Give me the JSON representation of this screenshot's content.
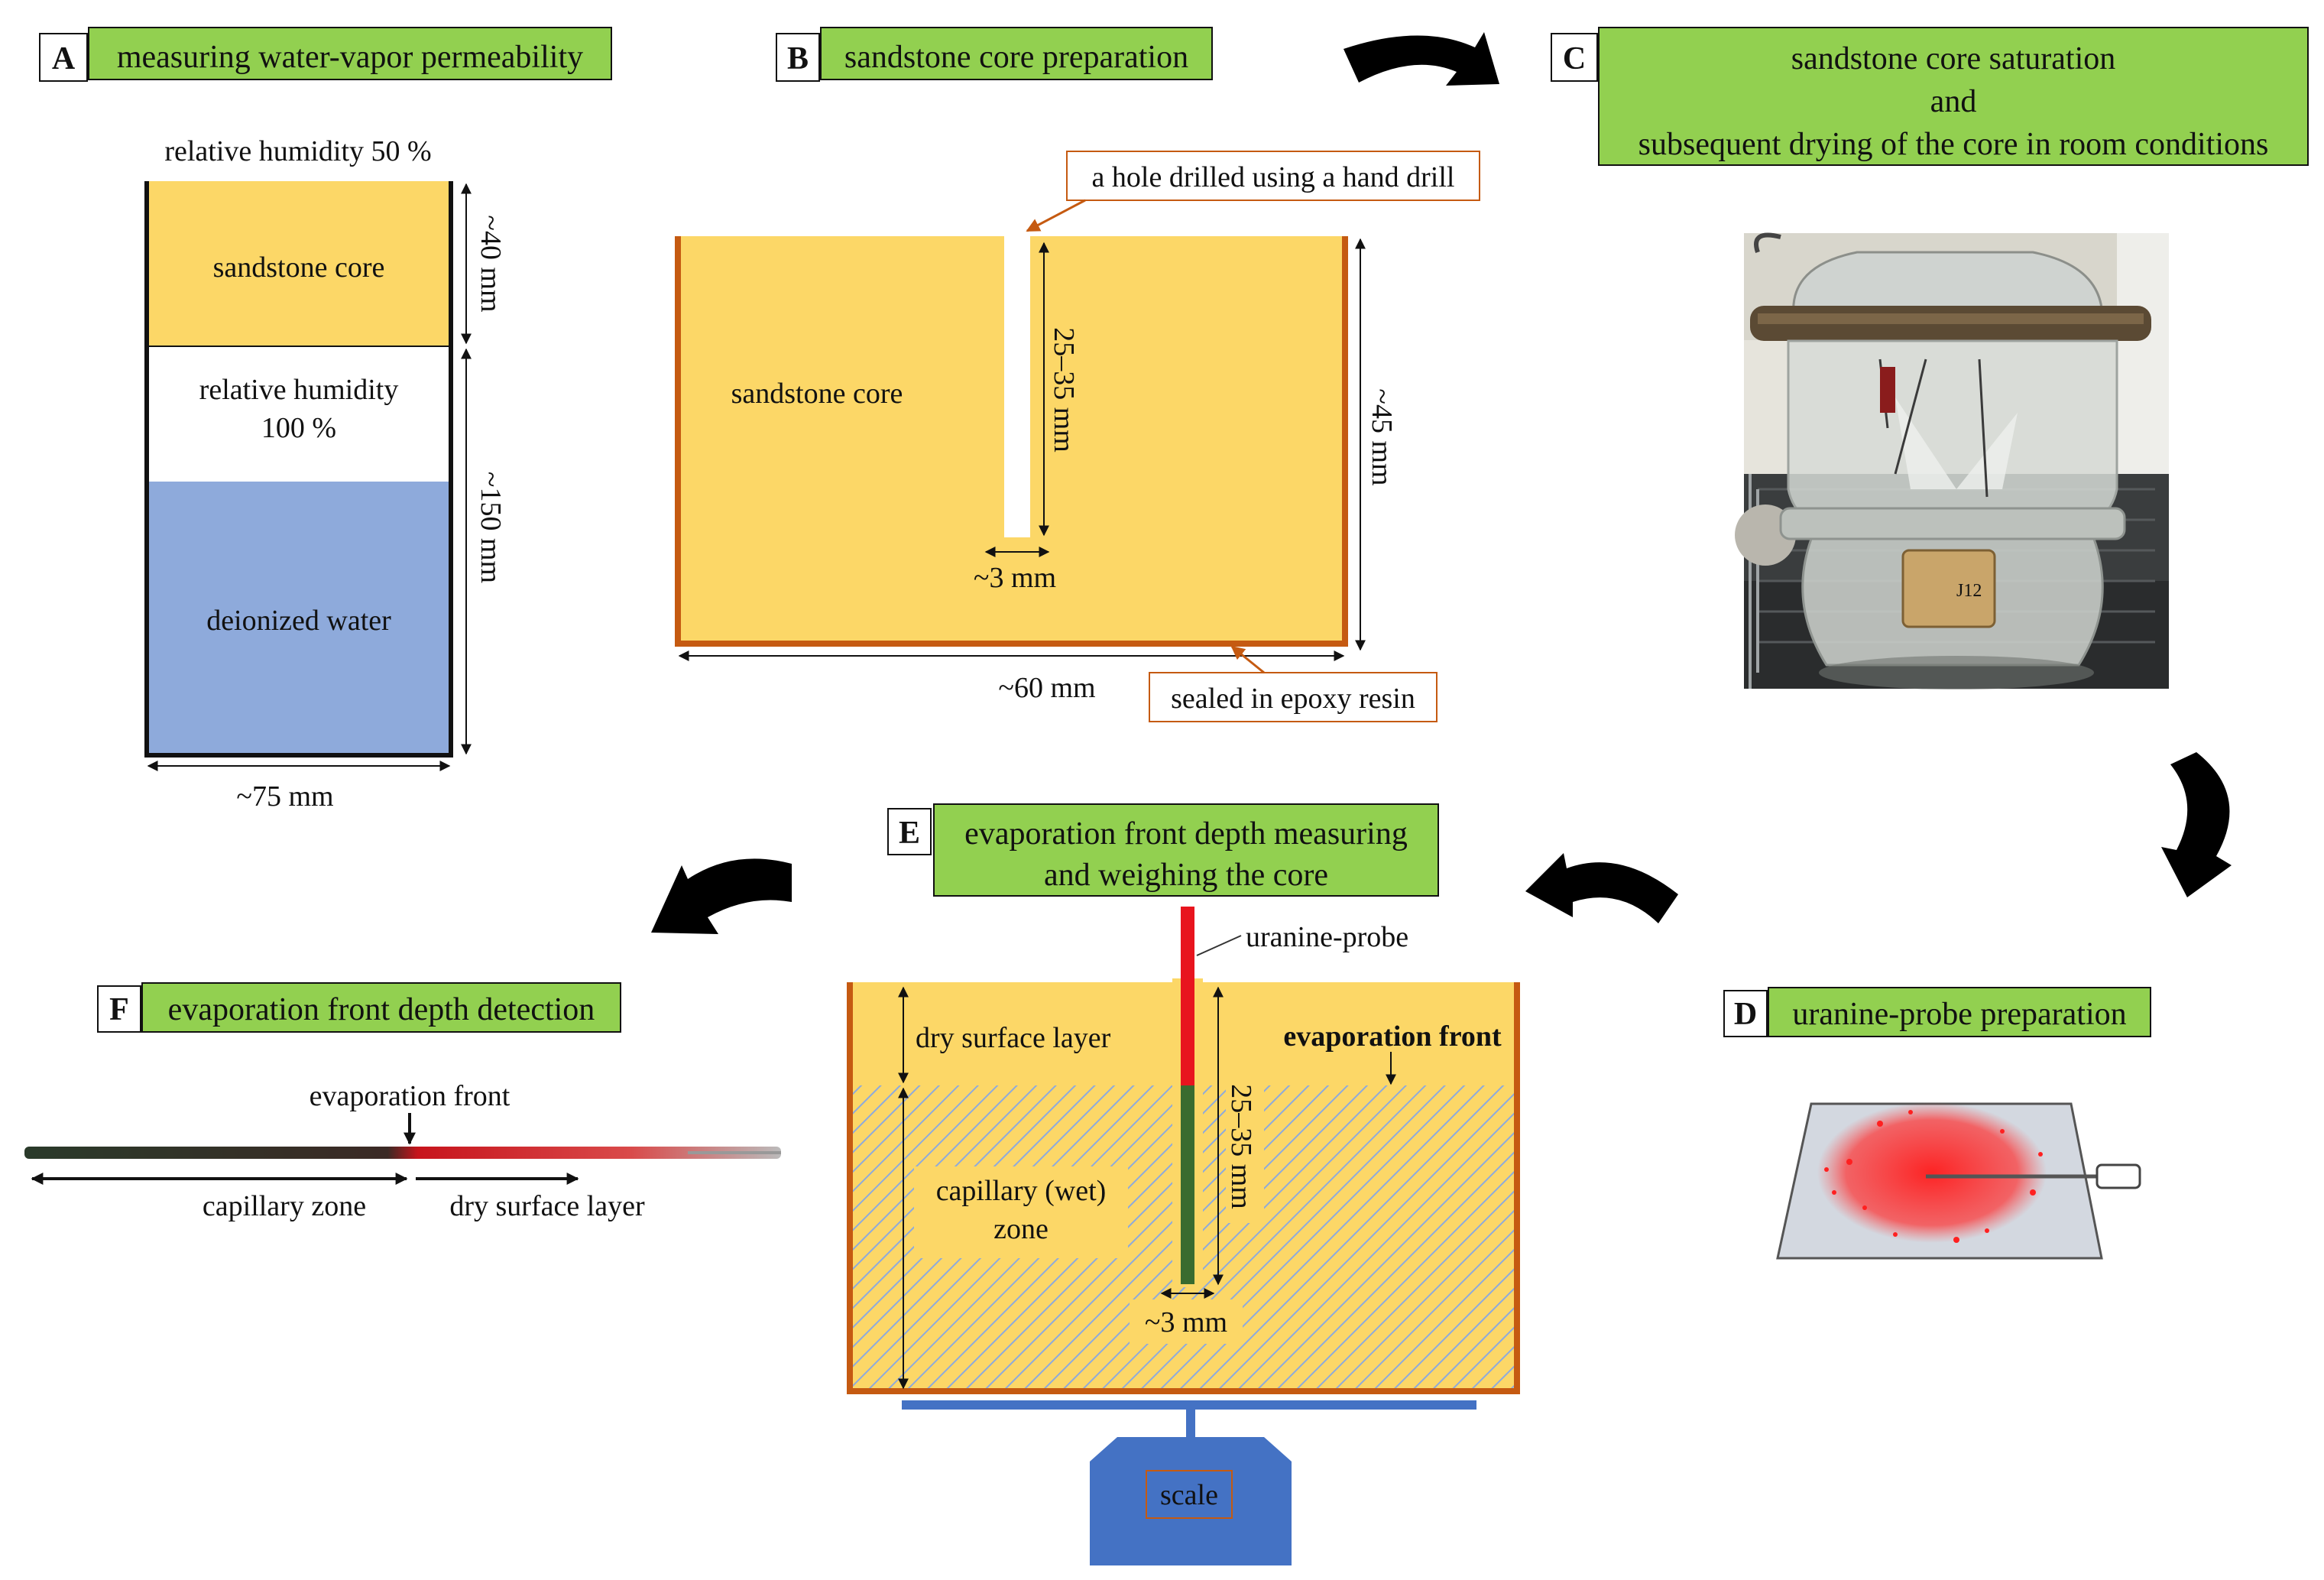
{
  "colors": {
    "sand": "#fcd767",
    "epoxy": "#c55a11",
    "water": "#8eaadb",
    "title_green": "#92d050",
    "scale_blue": "#4472c4",
    "probe_red": "#e8141e",
    "probe_green": "#3a6b2f",
    "plate_gray": "#d3d8e0",
    "hatch": "#8eaadb"
  },
  "panels": {
    "A": {
      "letter": "A",
      "title": "measuring water-vapor permeability",
      "rh_top": "relative humidity 50 %",
      "core": "sandstone core",
      "rh_inner_1": "relative humidity",
      "rh_inner_2": "100 %",
      "water": "deionized water",
      "dim_core": "~40 mm",
      "dim_cup": "~150 mm",
      "dim_width": "~75 mm"
    },
    "B": {
      "letter": "B",
      "title": "sandstone core preparation",
      "core": "sandstone core",
      "hole_callout": "a hole drilled using a hand drill",
      "dim_hole_depth": "25–35 mm",
      "dim_hole_width": "~3 mm",
      "dim_height": "~45 mm",
      "dim_width": "~60 mm",
      "epoxy_callout": "sealed in epoxy resin"
    },
    "C": {
      "letter": "C",
      "title_1": "sandstone core saturation",
      "title_2": "and",
      "title_3": "subsequent drying of the core in room conditions",
      "photo_tag": "J12"
    },
    "D": {
      "letter": "D",
      "title": "uranine-probe preparation"
    },
    "E": {
      "letter": "E",
      "title_1": "evaporation front depth measuring",
      "title_2": "and weighing the core",
      "probe": "uranine-probe",
      "dry_layer": "dry surface layer",
      "front": "evaporation front",
      "wet_zone_1": "capillary (wet)",
      "wet_zone_2": "zone",
      "dim_depth": "25–35 mm",
      "dim_width": "~3 mm",
      "scale": "scale"
    },
    "F": {
      "letter": "F",
      "title": "evaporation front depth detection",
      "front": "evaporation front",
      "capillary": "capillary zone",
      "dry": "dry surface layer"
    }
  }
}
